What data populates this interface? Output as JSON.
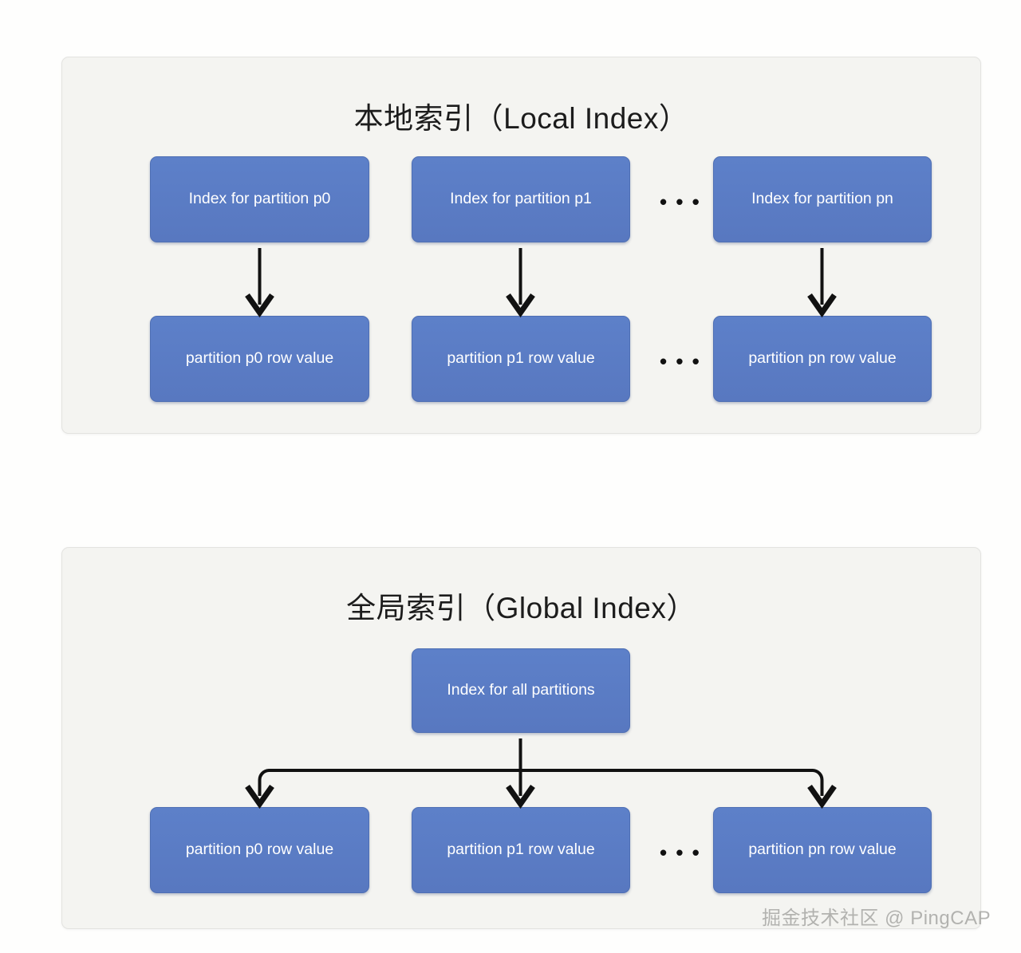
{
  "page": {
    "background_color": "#fefefd",
    "node_color": "#5b7ec7",
    "node_text_color": "#ffffff",
    "panel_background_color": "#f4f4f1",
    "arrow_color": "#111111"
  },
  "panels": [
    {
      "id": "local",
      "title": "本地索引（Local Index）",
      "index_row": [
        {
          "label": "Index for partition p0"
        },
        {
          "label": "Index for partition p1"
        },
        {
          "label": "Index for partition pn"
        }
      ],
      "value_row": [
        {
          "label": "partition p0 row value"
        },
        {
          "label": "partition p1 row value"
        },
        {
          "label": "partition pn row value"
        }
      ],
      "ellipsis": "• • •"
    },
    {
      "id": "global",
      "title": "全局索引（Global Index）",
      "index_node": {
        "label": "Index for all partitions"
      },
      "value_row": [
        {
          "label": "partition p0 row value"
        },
        {
          "label": "partition p1 row value"
        },
        {
          "label": "partition pn row value"
        }
      ],
      "ellipsis": "• • •"
    }
  ],
  "watermark": "掘金技术社区 @ PingCAP"
}
